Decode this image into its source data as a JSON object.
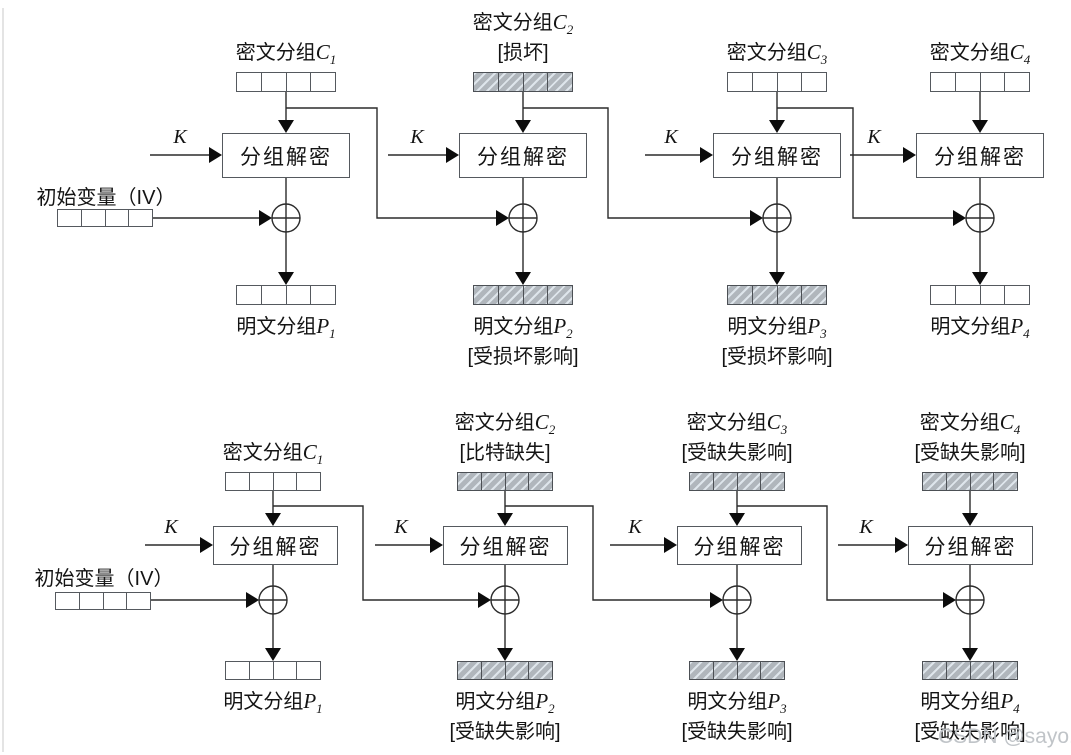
{
  "watermark": "CSDN @sayo.",
  "labels": {
    "cipher_prefix": "密文分组",
    "plain_prefix": "明文分组",
    "cipher_var": "C",
    "plain_var": "P",
    "decrypt_box": "分组解密",
    "key": "K",
    "iv": "初始变量（IV）"
  },
  "diagrams": [
    {
      "columns": [
        {
          "cipher_sub": "1",
          "cipher_note": "",
          "cipher_damaged": false,
          "plain_sub": "1",
          "plain_note": "",
          "plain_damaged": false
        },
        {
          "cipher_sub": "2",
          "cipher_note": "[损坏]",
          "cipher_damaged": true,
          "plain_sub": "2",
          "plain_note": "[受损坏影响]",
          "plain_damaged": true
        },
        {
          "cipher_sub": "3",
          "cipher_note": "",
          "cipher_damaged": false,
          "plain_sub": "3",
          "plain_note": "[受损坏影响]",
          "plain_damaged": true
        },
        {
          "cipher_sub": "4",
          "cipher_note": "",
          "cipher_damaged": false,
          "plain_sub": "4",
          "plain_note": "",
          "plain_damaged": false
        }
      ]
    },
    {
      "columns": [
        {
          "cipher_sub": "1",
          "cipher_note": "",
          "cipher_damaged": false,
          "plain_sub": "1",
          "plain_note": "",
          "plain_damaged": false
        },
        {
          "cipher_sub": "2",
          "cipher_note": "[比特缺失]",
          "cipher_damaged": true,
          "plain_sub": "2",
          "plain_note": "[受缺失影响]",
          "plain_damaged": true
        },
        {
          "cipher_sub": "3",
          "cipher_note": "[受缺失影响]",
          "cipher_damaged": true,
          "plain_sub": "3",
          "plain_note": "[受缺失影响]",
          "plain_damaged": true
        },
        {
          "cipher_sub": "4",
          "cipher_note": "[受缺失影响]",
          "cipher_damaged": true,
          "plain_sub": "4",
          "plain_note": "[受缺失影响]",
          "plain_damaged": true
        }
      ]
    }
  ]
}
